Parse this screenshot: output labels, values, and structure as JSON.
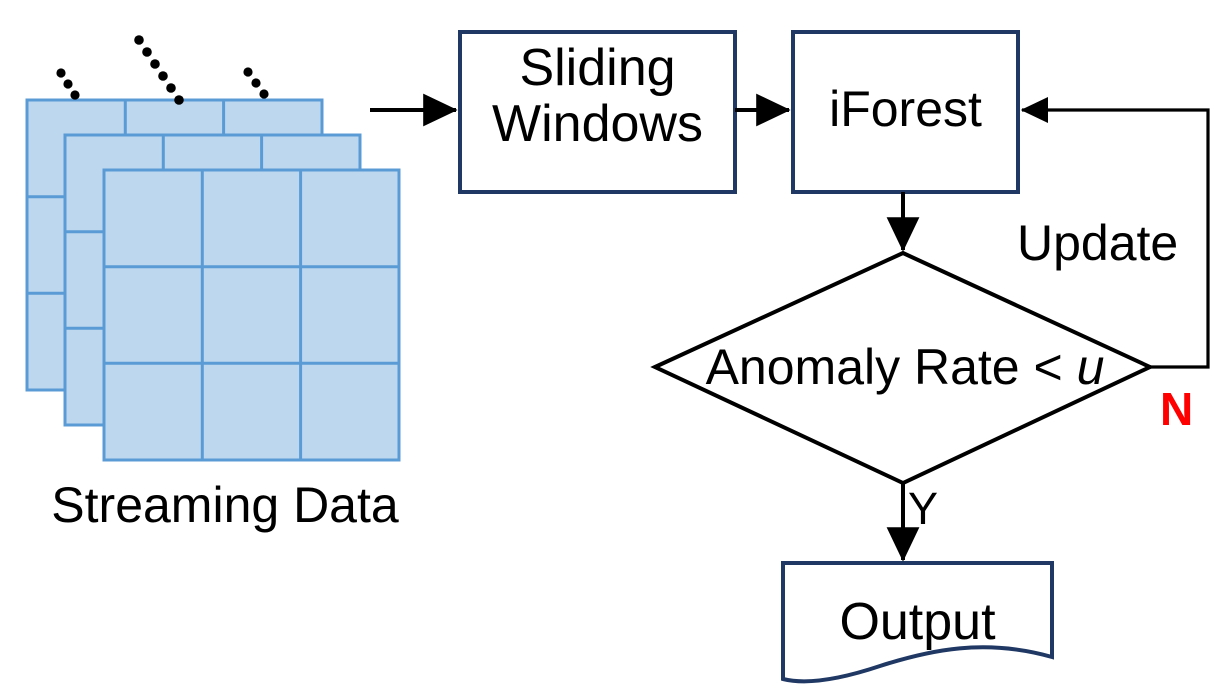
{
  "diagram": {
    "title": "Streaming anomaly detection flowchart",
    "colors": {
      "layer_fill": "#bdd7ee",
      "layer_stroke": "#5b9bd5",
      "box_stroke": "#1f3864",
      "connector_stroke": "#000000",
      "no_label_color": "#ff0000",
      "text_color": "#000000",
      "background": "#ffffff"
    },
    "nodes": {
      "streaming_data": {
        "label": "Streaming Data",
        "shape": "stacked-grid",
        "layers": 3,
        "grid_rows": 3,
        "grid_cols": 3
      },
      "sliding_windows": {
        "label": "Sliding\nWindows",
        "line1": "Sliding",
        "line2": "Windows",
        "shape": "rectangle"
      },
      "iforest": {
        "label": "iForest",
        "shape": "rectangle"
      },
      "decision": {
        "label_prefix": "Anomaly Rate < ",
        "label_variable": "u",
        "label_full": "Anomaly Rate < u",
        "shape": "diamond"
      },
      "output": {
        "label": "Output",
        "shape": "document"
      }
    },
    "edges": {
      "data_to_windows": {
        "label": ""
      },
      "windows_to_iforest": {
        "label": ""
      },
      "iforest_to_decision": {
        "label": ""
      },
      "decision_yes_to_output": {
        "label": "Y"
      },
      "decision_no_to_iforest": {
        "label": "N",
        "edge_label": "Update"
      }
    },
    "annotations": {
      "ellipsis_count": 3
    }
  }
}
